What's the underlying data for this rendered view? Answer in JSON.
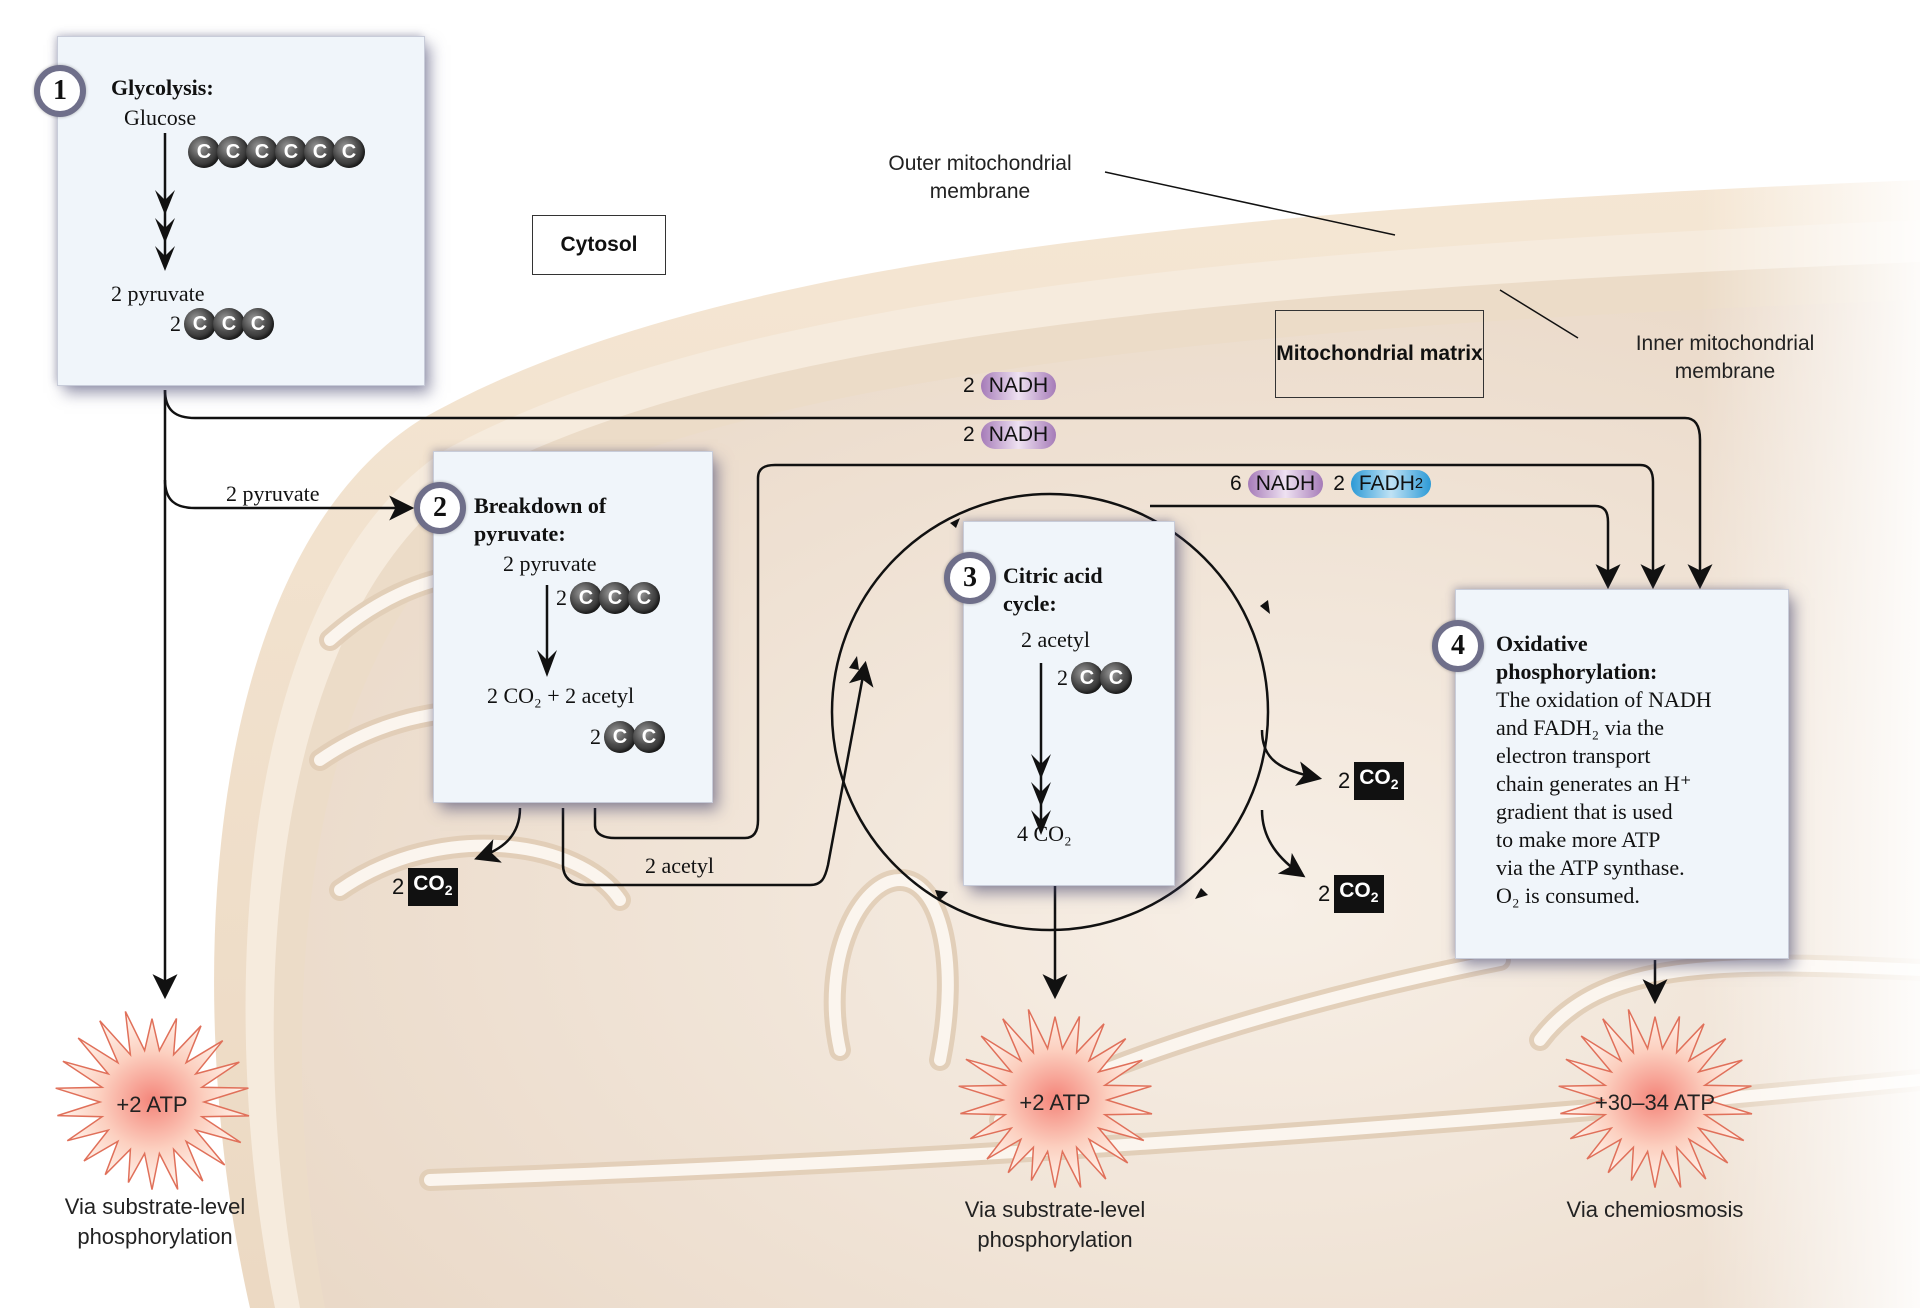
{
  "labels": {
    "cytosol": "Cytosol",
    "mitochondrial_matrix": "Mitochondrial matrix",
    "outer_membrane": "Outer mitochondrial membrane",
    "inner_membrane": "Inner mitochondrial membrane"
  },
  "steps": [
    {
      "number": "1",
      "title": "Glycolysis:",
      "input": "Glucose",
      "input_carbons": {
        "coef": "",
        "count": 6
      },
      "output": "2 pyruvate",
      "output_carbons": {
        "coef": "2",
        "count": 3
      },
      "atp": "+2 ATP",
      "atp_source": "Via substrate-level phosphorylation"
    },
    {
      "number": "2",
      "title": "Breakdown of pyruvate:",
      "input": "2 pyruvate",
      "input_carbons": {
        "coef": "2",
        "count": 3
      },
      "output": "2 CO₂ + 2 acetyl",
      "output_carbons": {
        "coef": "2",
        "count": 2
      }
    },
    {
      "number": "3",
      "title": "Citric acid cycle:",
      "input": "2 acetyl",
      "input_carbons": {
        "coef": "2",
        "count": 2
      },
      "output": "4 CO₂",
      "atp": "+2 ATP",
      "atp_source": "Via substrate-level phosphorylation"
    },
    {
      "number": "4",
      "title": "Oxidative phosphorylation:",
      "description_lines": [
        "The oxidation of NADH",
        "and FADH₂ via the",
        "electron transport",
        "chain generates an H⁺",
        "gradient that is used",
        "to make more ATP",
        "via the ATP synthase.",
        "O₂ is consumed."
      ],
      "atp": "+30–34 ATP",
      "atp_source": "Via chemiosmosis"
    }
  ],
  "flows": {
    "pyruvate_to_step2": "2 pyruvate",
    "acetyl_to_step3": "2 acetyl",
    "glycolysis_nadh": {
      "coef": "2",
      "name": "NADH"
    },
    "pyruvate_nadh": {
      "coef": "2",
      "name": "NADH"
    },
    "cycle_nadh": {
      "coef": "6",
      "name": "NADH"
    },
    "cycle_fadh2": {
      "coef": "2",
      "name": "FADH",
      "sub": "2"
    },
    "co2_outputs": [
      {
        "coef": "2",
        "name": "CO",
        "sub": "2",
        "from": "Breakdown of pyruvate"
      },
      {
        "coef": "2",
        "name": "CO",
        "sub": "2",
        "from": "Citric acid cycle"
      },
      {
        "coef": "2",
        "name": "CO",
        "sub": "2",
        "from": "Citric acid cycle"
      }
    ]
  },
  "carbon_symbol": "C"
}
